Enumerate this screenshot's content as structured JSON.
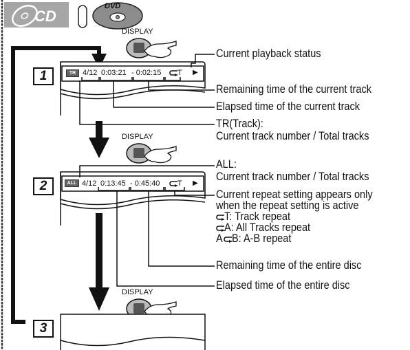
{
  "header": {
    "cd_label": "CD",
    "dvd_label": "DVD"
  },
  "button_label": "DISPLAY",
  "steps": [
    "1",
    "2",
    "3"
  ],
  "screen1": {
    "badge": "TR",
    "track": "4/12",
    "elapsed": "0:03:21",
    "remaining": "- 0:02:15",
    "repeat": "T",
    "status_icon": "▶"
  },
  "screen2": {
    "badge": "ALL",
    "track": "4/12",
    "elapsed": "0:13:45",
    "remaining": "- 0:45:40",
    "repeat": "T",
    "status_icon": "▶"
  },
  "callouts": {
    "status": "Current playback status",
    "remaining_track": "Remaining time of the current track",
    "elapsed_track": "Elapsed time of the current track",
    "tr_title": "TR(Track):",
    "tr_desc": "Current track number / Total tracks",
    "all_title": "ALL:",
    "all_desc": "Current track number / Total tracks",
    "repeat_l1": "Current repeat setting appears only",
    "repeat_l2": "when the repeat setting is active",
    "repeat_t": "T: Track repeat",
    "repeat_a": "A: All Tracks repeat",
    "repeat_ab_a": "A",
    "repeat_ab_b": "B: A-B repeat",
    "remaining_disc": "Remaining time of the entire disc",
    "elapsed_disc": "Elapsed time of the entire disc"
  }
}
